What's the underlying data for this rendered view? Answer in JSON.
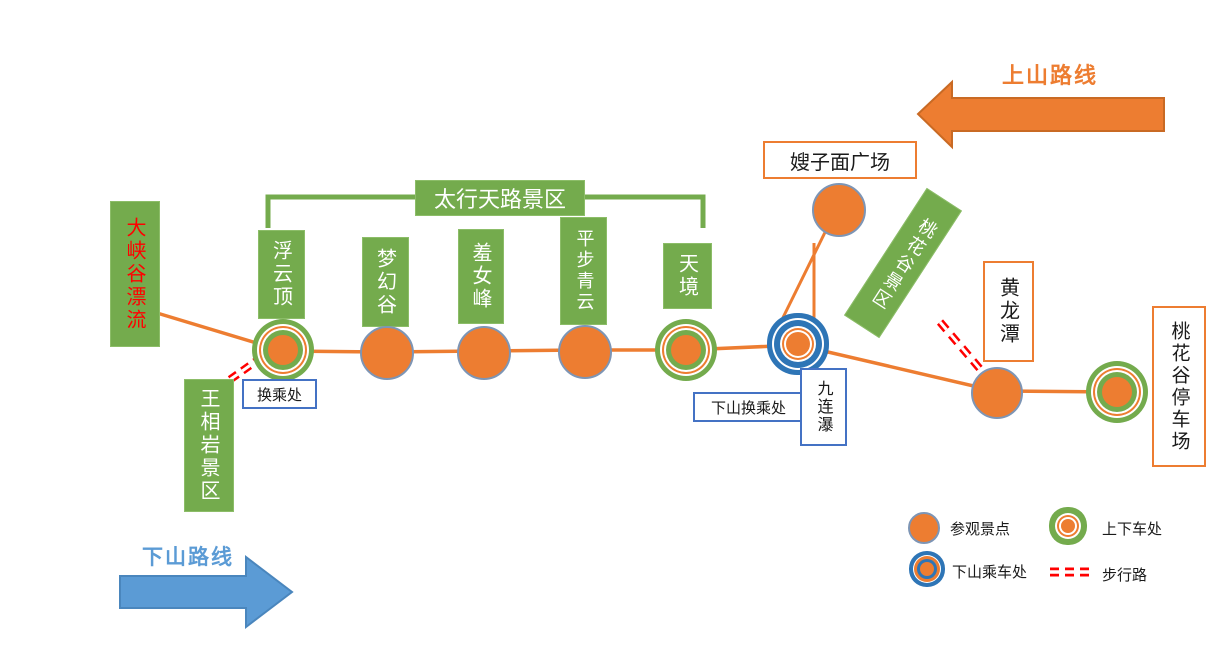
{
  "routes": {
    "uphill_label": "上山路线",
    "downhill_label": "下山路线"
  },
  "areas": {
    "taihang_header": "太行天路景区",
    "rafting": "大峡谷漂流",
    "wangxiangyan": "王相岩景区",
    "taohuagu_scenic": "桃花谷景区"
  },
  "stations": [
    {
      "label": "浮云顶",
      "type": "boarding"
    },
    {
      "label": "梦幻谷",
      "type": "spot"
    },
    {
      "label": "羞女峰",
      "type": "spot"
    },
    {
      "label": "平步青云",
      "type": "spot"
    },
    {
      "label": "天境",
      "type": "boarding"
    }
  ],
  "places": {
    "saozimian_square": "嫂子面广场",
    "huanglongtan": "黄龙潭",
    "taohuagu_parking": "桃花谷停车场",
    "transfer_stop": "换乘处",
    "downhill_transfer_stop": "下山换乘处",
    "jiulianpu": "九连瀑"
  },
  "legend": {
    "spot": "参观景点",
    "boarding": "上下车处",
    "downhill_boarding": "下山乘车处",
    "walking_path": "步行路"
  },
  "colors": {
    "orange": "#ED7D31",
    "green": "#74AB4D",
    "ring_blue": "#2E75B6",
    "arrow_blue": "#5B9BD5",
    "walk_red": "#FF0000"
  }
}
